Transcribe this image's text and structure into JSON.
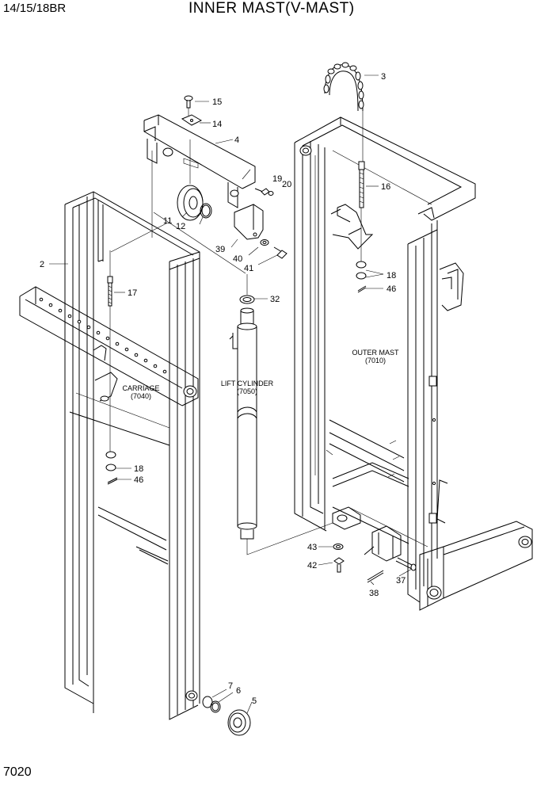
{
  "header": {
    "model": "14/15/18BR",
    "title": "INNER MAST(V-MAST)"
  },
  "footer": {
    "page_number": "7020"
  },
  "callouts": {
    "c2": "2",
    "c3": "3",
    "c4": "4",
    "c5": "5",
    "c6": "6",
    "c7": "7",
    "c11": "11",
    "c12": "12",
    "c14": "14",
    "c15": "15",
    "c16": "16",
    "c17": "17",
    "c18a": "18",
    "c18b": "18",
    "c19": "19",
    "c20": "20",
    "c32": "32",
    "c37": "37",
    "c38": "38",
    "c39": "39",
    "c40": "40",
    "c41": "41",
    "c42": "42",
    "c43": "43",
    "c46a": "46",
    "c46b": "46"
  },
  "assemblies": {
    "carriage": {
      "name": "CARRIAGE",
      "ref": "(7040)"
    },
    "lift_cylinder": {
      "name": "LIFT CYLINDER",
      "ref": "(7050)"
    },
    "outer_mast": {
      "name": "OUTER MAST",
      "ref": "(7010)"
    }
  }
}
